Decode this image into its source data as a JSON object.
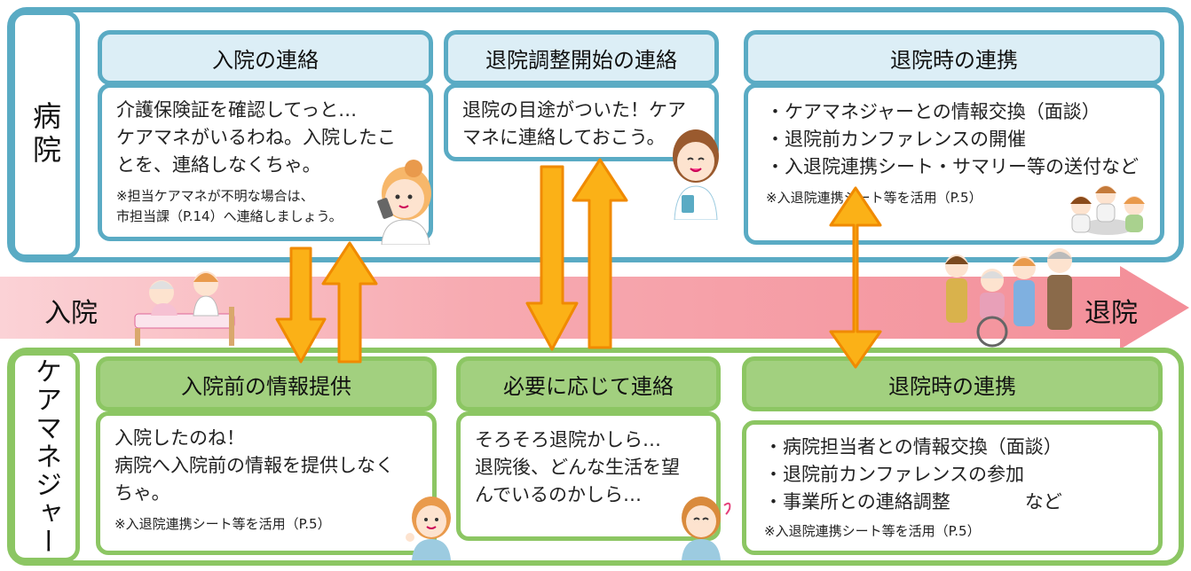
{
  "hospital_label": "病院",
  "caremanager_label": "ケアマネジャー",
  "timeline": {
    "start": "入院",
    "end": "退院"
  },
  "hospital": {
    "admission_contact": {
      "title": "入院の連絡",
      "lines": [
        "介護保険証を確認してっと…",
        "ケアマネがいるわね。入院したこ",
        "とを、連絡しなくちゃ。"
      ],
      "note_lines": [
        "※担当ケアマネが不明な場合は、",
        "市担当課（P.14）へ連絡しましょう。"
      ]
    },
    "discharge_start": {
      "title": "退院調整開始の連絡",
      "lines": [
        "退院の目途がついた！ケア",
        "マネに連絡しておこう。"
      ]
    },
    "discharge_coop": {
      "title": "退院時の連携",
      "lines": [
        "・ケアマネジャーとの情報交換（面談）",
        "・退院前カンファレンスの開催",
        "・入退院連携シート・サマリー等の送付など"
      ],
      "note": "※入退院連携シート等を活用（P.5）"
    }
  },
  "caremanager": {
    "pre_admission_info": {
      "title": "入院前の情報提供",
      "lines": [
        "入院したのね！",
        "病院へ入院前の情報を提供しなく",
        "ちゃ。"
      ],
      "note": "※入退院連携シート等を活用（P.5）"
    },
    "as_needed": {
      "title": "必要に応じて連絡",
      "lines": [
        "そろそろ退院かしら…",
        "退院後、どんな生活を望",
        "んでいるのかしら…"
      ]
    },
    "discharge_coop": {
      "title": "退院時の連携",
      "lines": [
        "・病院担当者との情報交換（面談）",
        "・退院前カンファレンスの参加",
        "・事業所との連絡調整　　　　など"
      ],
      "note": "※入退院連携シート等を活用（P.5）"
    }
  },
  "colors": {
    "hospital_border": "#5aabc4",
    "hospital_header_fill": "#dceef6",
    "care_border": "#8cc663",
    "care_header_fill": "#a2d07f",
    "timeline": "#f59aa3",
    "arrow_fill": "#fbb117",
    "arrow_stroke": "#f08a00"
  },
  "icons": [
    "nurse-phone-illustration",
    "nurse-clipboard-illustration",
    "conference-illustration",
    "patient-bed-illustration",
    "family-wheelchair-illustration",
    "caremanager-ok-illustration",
    "caremanager-thinking-illustration"
  ]
}
